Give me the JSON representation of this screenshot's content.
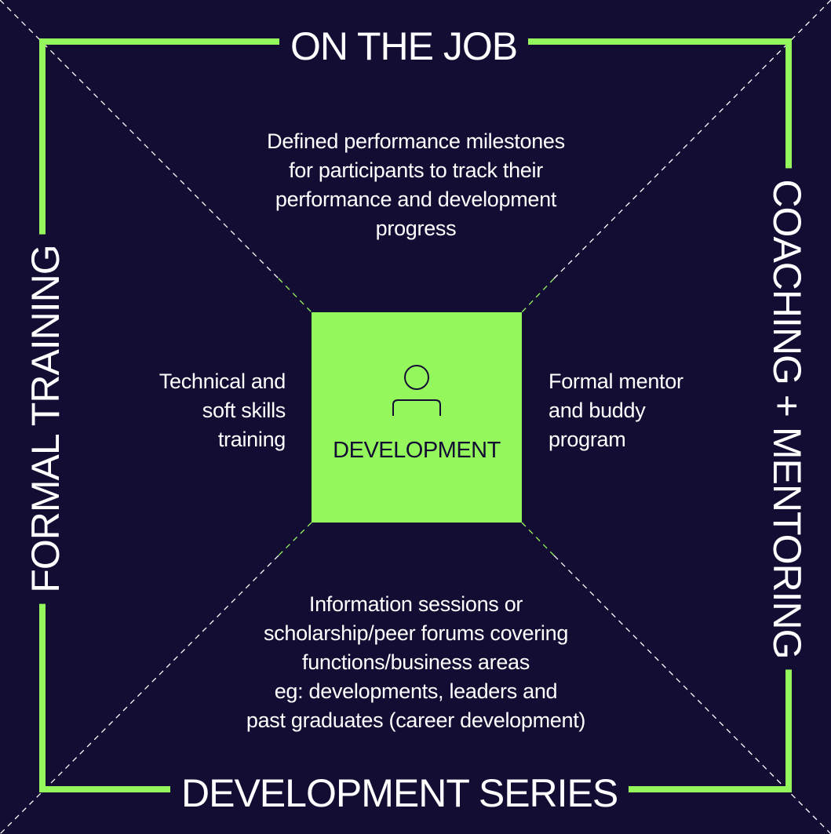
{
  "colors": {
    "background": "#140d33",
    "accent": "#94f75c",
    "text": "#ffffff"
  },
  "frame_labels": {
    "top": "ON THE JOB",
    "left": "FORMAL TRAINING",
    "right": "COACHING + MENTORING",
    "bottom": "DEVELOPMENT SERIES"
  },
  "center": {
    "icon": "person-icon",
    "label": "DEVELOPMENT"
  },
  "quadrants": {
    "top": [
      "Defined performance milestones",
      "for participants to track their",
      "performance and development",
      "progress"
    ],
    "left": [
      "Technical and",
      "soft skills",
      "training"
    ],
    "right": [
      "Formal mentor",
      "and buddy",
      "program"
    ],
    "bottom": [
      "Information sessions or",
      "scholarship/peer forums covering",
      "functions/business areas",
      "eg: developments, leaders and",
      "past graduates (career development)"
    ]
  }
}
